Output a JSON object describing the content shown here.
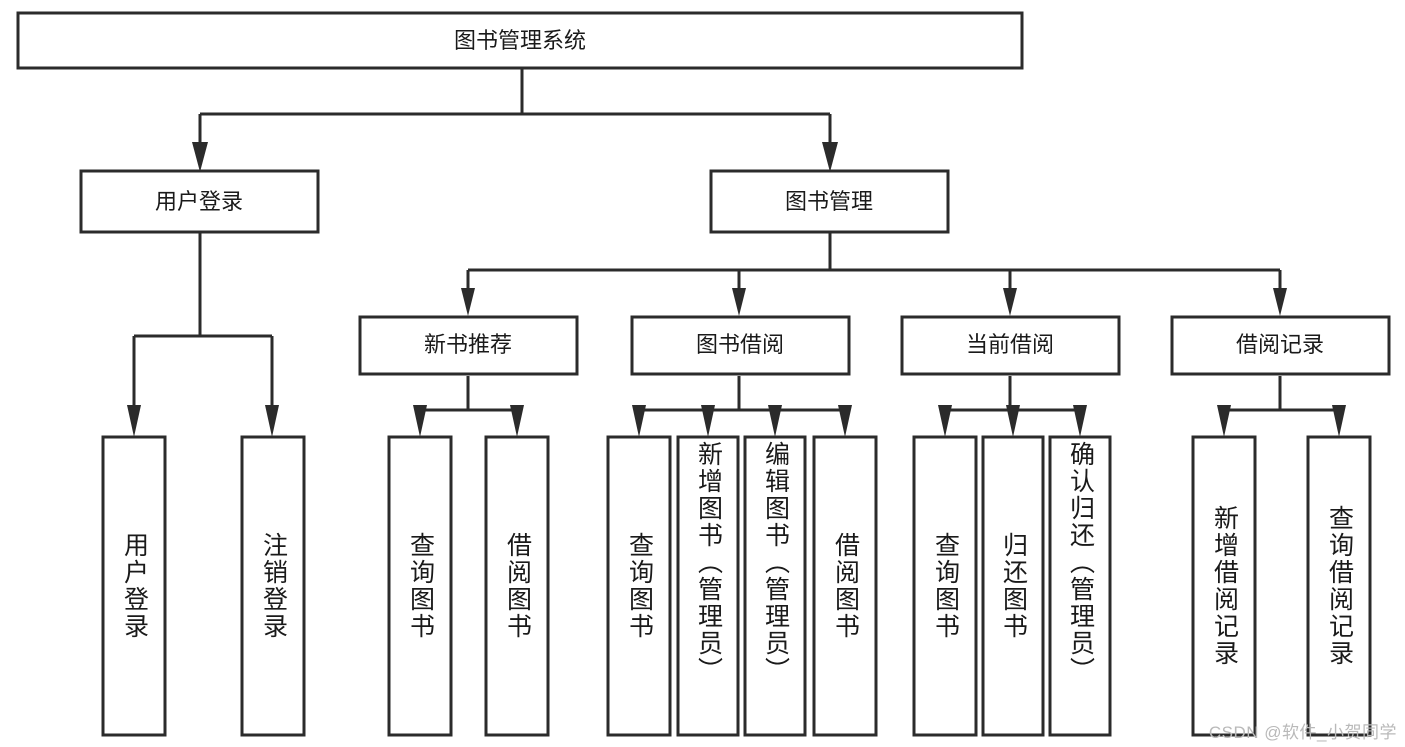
{
  "diagram": {
    "type": "tree-hierarchy",
    "title": "图书管理系统",
    "watermark": "CSDN @软件_小贺同学",
    "colors": {
      "stroke": "#2b2b2b",
      "fill": "#ffffff",
      "text": "#1a1a1a",
      "watermark": "#b9b9b9"
    },
    "root": {
      "label": "图书管理系统",
      "children": [
        {
          "label": "用户登录",
          "children": [
            {
              "label": "用户登录"
            },
            {
              "label": "注销登录"
            }
          ]
        },
        {
          "label": "图书管理",
          "children": [
            {
              "label": "新书推荐",
              "children": [
                {
                  "label": "查询图书"
                },
                {
                  "label": "借阅图书"
                }
              ]
            },
            {
              "label": "图书借阅",
              "children": [
                {
                  "label": "查询图书"
                },
                {
                  "label": "新增图书（管理员）"
                },
                {
                  "label": "编辑图书（管理员）"
                },
                {
                  "label": "借阅图书"
                }
              ]
            },
            {
              "label": "当前借阅",
              "children": [
                {
                  "label": "查询图书"
                },
                {
                  "label": "归还图书"
                },
                {
                  "label": "确认归还（管理员）"
                }
              ]
            },
            {
              "label": "借阅记录",
              "children": [
                {
                  "label": "新增借阅记录"
                },
                {
                  "label": "查询借阅记录"
                }
              ]
            }
          ]
        }
      ]
    },
    "nodes": {
      "root": {
        "label": "图书管理系统"
      },
      "l1": [
        {
          "label": "用户登录"
        },
        {
          "label": "图书管理"
        }
      ],
      "l2": [
        {
          "label": "新书推荐"
        },
        {
          "label": "图书借阅"
        },
        {
          "label": "当前借阅"
        },
        {
          "label": "借阅记录"
        }
      ],
      "leaves": [
        {
          "label": "用户登录"
        },
        {
          "label": "注销登录"
        },
        {
          "label": "查询图书"
        },
        {
          "label": "借阅图书"
        },
        {
          "label": "查询图书"
        },
        {
          "label": "新增图书（管理员）"
        },
        {
          "label": "编辑图书（管理员）"
        },
        {
          "label": "借阅图书"
        },
        {
          "label": "查询图书"
        },
        {
          "label": "归还图书"
        },
        {
          "label": "确认归还（管理员）"
        },
        {
          "label": "新增借阅记录"
        },
        {
          "label": "查询借阅记录"
        }
      ]
    }
  }
}
